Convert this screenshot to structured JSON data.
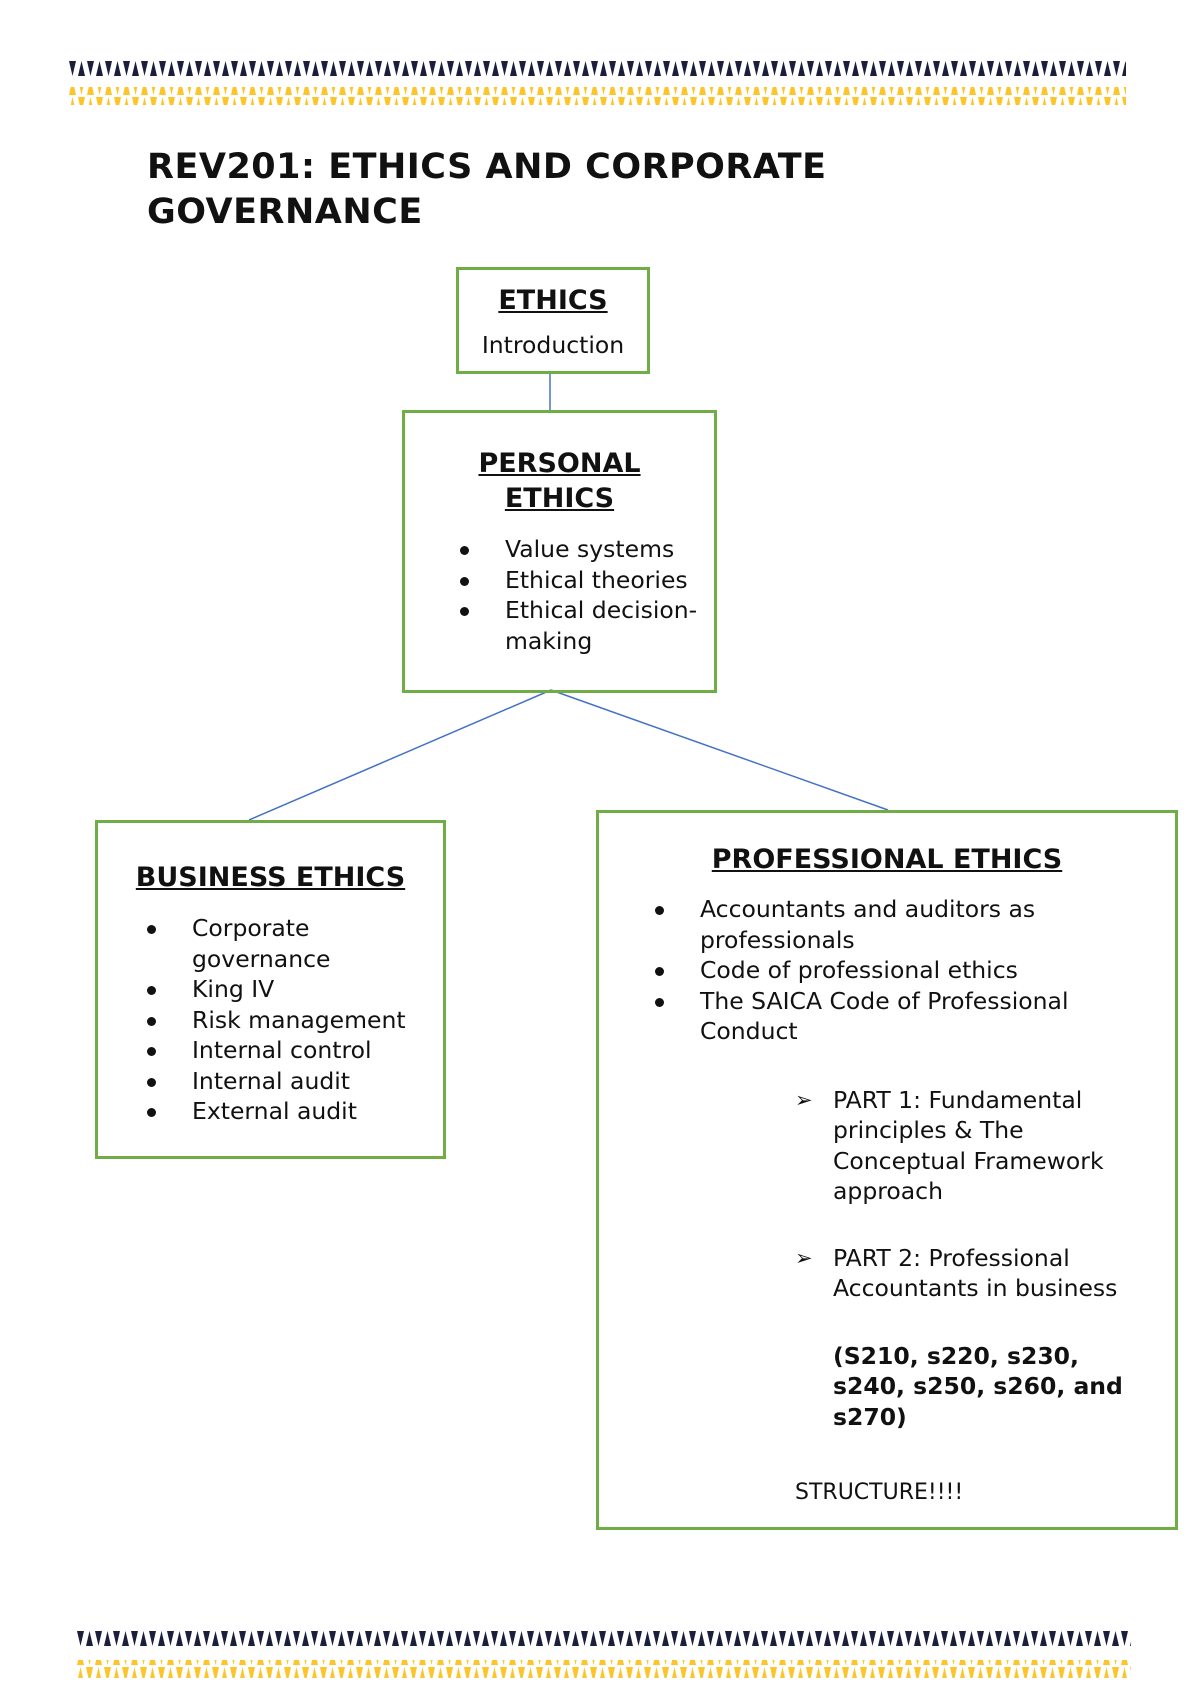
{
  "document": {
    "title": "REV201: ETHICS AND CORPORATE GOVERNANCE",
    "colors": {
      "navy": "#1b1f3b",
      "yellow": "#fcc52a",
      "box_border": "#70ad47",
      "connector": "#4472c4"
    }
  },
  "ethics_box": {
    "heading": "ETHICS",
    "subtitle": "Introduction"
  },
  "personal_box": {
    "heading": "PERSONAL ETHICS",
    "items": [
      "Value systems",
      "Ethical theories",
      "Ethical decision-making"
    ]
  },
  "business_box": {
    "heading": "BUSINESS ETHICS",
    "items": [
      "Corporate governance",
      "King IV",
      "Risk management",
      "Internal control",
      "Internal audit",
      "External audit"
    ]
  },
  "professional_box": {
    "heading": "PROFESSIONAL ETHICS",
    "items": [
      "Accountants and auditors as professionals",
      "Code of professional ethics",
      "The SAICA Code of Professional Conduct"
    ],
    "parts": [
      "PART 1: Fundamental principles & The Conceptual Framework approach",
      "PART 2: Professional Accountants in business"
    ],
    "sections": "(S210, s220, s230, s240, s250, s260, and s270)",
    "note": "STRUCTURE!!!!"
  }
}
